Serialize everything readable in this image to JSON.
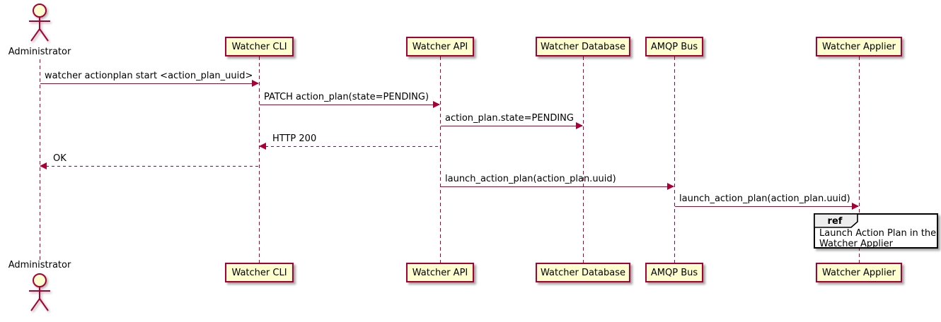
{
  "diagram": {
    "type": "sequence"
  },
  "colors": {
    "participant_fill": "#FEFECE",
    "participant_border": "#A80036",
    "line_color": "#A80036",
    "text_color": "#000000",
    "ref_fill": "#FFFFFF",
    "ref_border": "#000000",
    "ref_header_fill": "#EEEEEE",
    "canvas_bg": "#FFFFFF"
  },
  "actor": {
    "label": "Administrator"
  },
  "participants": [
    {
      "label": "Watcher CLI"
    },
    {
      "label": "Watcher API"
    },
    {
      "label": "Watcher Database"
    },
    {
      "label": "AMQP Bus"
    },
    {
      "label": "Watcher Applier"
    }
  ],
  "messages": [
    {
      "label": "watcher actionplan start <action_plan_uuid>",
      "from": "Administrator",
      "to": "Watcher CLI",
      "line": "solid"
    },
    {
      "label": "PATCH action_plan(state=PENDING)",
      "from": "Watcher CLI",
      "to": "Watcher API",
      "line": "solid"
    },
    {
      "label": "action_plan.state=PENDING",
      "from": "Watcher API",
      "to": "Watcher Database",
      "line": "solid"
    },
    {
      "label": "HTTP 200",
      "from": "Watcher API",
      "to": "Watcher CLI",
      "line": "dashed"
    },
    {
      "label": "OK",
      "from": "Watcher CLI",
      "to": "Administrator",
      "line": "dashed"
    },
    {
      "label": "launch_action_plan(action_plan.uuid)",
      "from": "Watcher API",
      "to": "AMQP Bus",
      "line": "solid"
    },
    {
      "label": "launch_action_plan(action_plan.uuid)",
      "from": "AMQP Bus",
      "to": "Watcher Applier",
      "line": "solid"
    }
  ],
  "ref": {
    "keyword": "ref",
    "line1": "Launch Action Plan in the",
    "line2": "Watcher Applier"
  }
}
